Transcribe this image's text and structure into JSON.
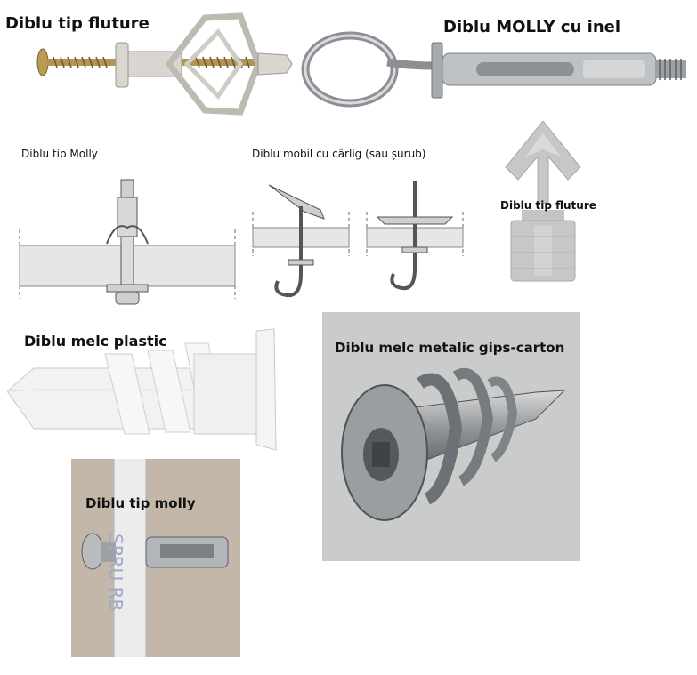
{
  "labels": {
    "butterfly_top": "Diblu tip fluture",
    "molly_ring": "Diblu MOLLY cu inel",
    "molly_diagram": "Diblu tip Molly",
    "toggle_diagram": "Diblu mobil cu cârlig (sau șurub)",
    "butterfly_right": "Diblu tip fluture",
    "plastic_snail": "Diblu melc plastic",
    "metal_snail": "Diblu melc metalic gips-carton",
    "molly_photo": "Diblu tip molly"
  },
  "photo_text": {
    "wall_stencil": "SPRU RB"
  },
  "colors": {
    "metal_photo_bg": "#c9ccca",
    "wall_photo_bg": "#c2b7a8",
    "plaster_panel": "#e6e6e6",
    "plastic_gray": "#c7c7c7",
    "plastic_white": "#f2f2f2"
  }
}
